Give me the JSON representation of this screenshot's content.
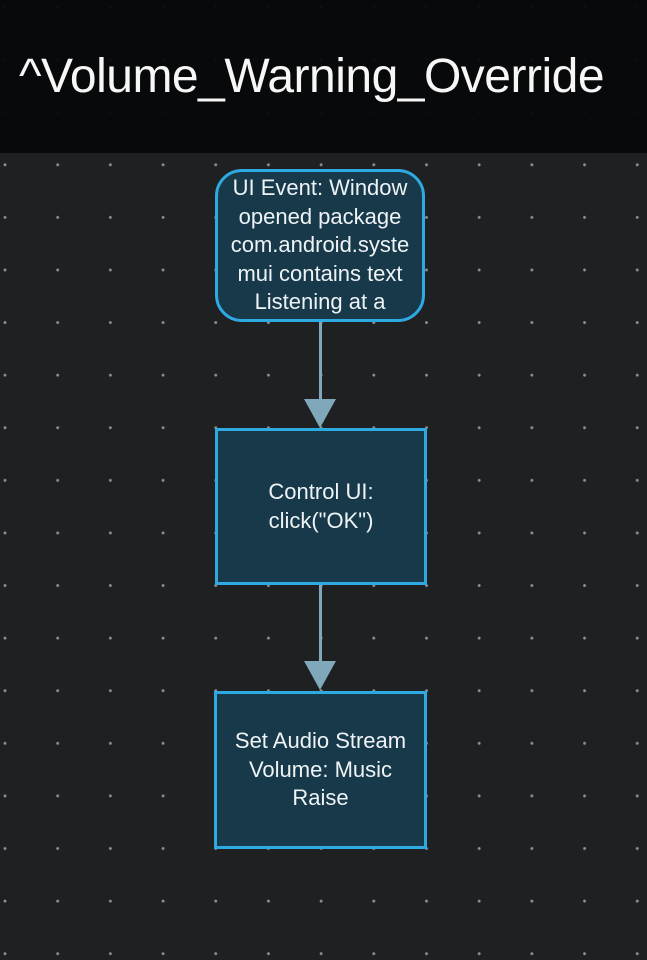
{
  "title_bar": {
    "title": "^Volume_Warning_Override"
  },
  "canvas": {
    "blocks": [
      {
        "id": "ui-event-window",
        "shape": "rounded-rectangle",
        "text": "UI Event: Window\nopened package\ncom.android.syste\nmui contains text\nListening at a"
      },
      {
        "id": "control-ui-click-ok",
        "shape": "rectangle",
        "text": "Control UI:\nclick(\"OK\")"
      },
      {
        "id": "set-audio-stream-volume",
        "shape": "rectangle",
        "text": "Set Audio Stream\nVolume: Music\nRaise"
      }
    ],
    "connectors": [
      {
        "from": "ui-event-window",
        "to": "control-ui-click-ok",
        "direction": "down"
      },
      {
        "from": "control-ui-click-ok",
        "to": "set-audio-stream-volume",
        "direction": "down"
      }
    ]
  },
  "colors": {
    "canvas_background": "#1f2022",
    "grid_dot": "#8f9295",
    "title_bar_background": "#070708",
    "title_text": "#f7f7f7",
    "block_fill": "#17394a",
    "block_border": "#2fa9e1",
    "block_text": "#eef3f6",
    "connector": "#7fa8ba"
  }
}
